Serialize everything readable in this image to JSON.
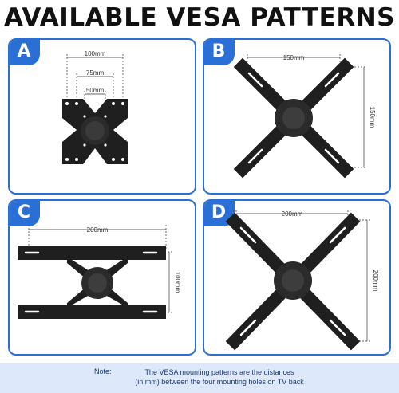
{
  "title": "AVAILABLE VESA PATTERNS",
  "panels": [
    {
      "letter": "A",
      "dims": [
        "100mm",
        "75mm",
        "50mm"
      ]
    },
    {
      "letter": "B",
      "dims": [
        "150mm",
        "150mm"
      ]
    },
    {
      "letter": "C",
      "dims": [
        "200mm",
        "100mm"
      ]
    },
    {
      "letter": "D",
      "dims": [
        "200mm",
        "200mm"
      ]
    }
  ],
  "note": {
    "label": "Note:",
    "line1": "The VESA mounting patterns are the distances",
    "line2": "(in mm) between the four mounting holes on TV back"
  },
  "colors": {
    "accent": "#2a6fd6",
    "bracket": "#1f1f1f",
    "note_bg": "#dde9fb"
  }
}
